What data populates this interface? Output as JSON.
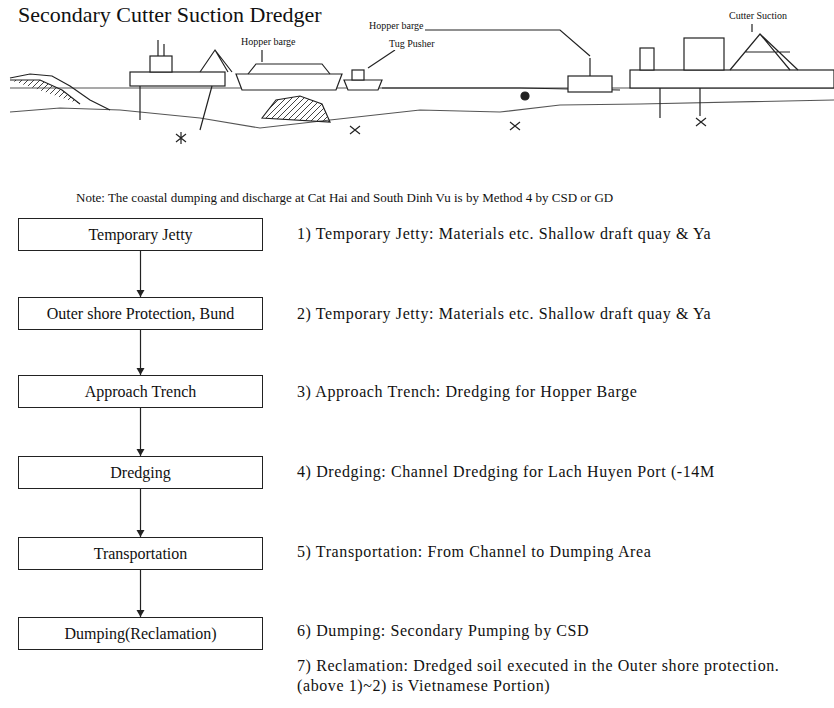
{
  "diagram": {
    "title": "Secondary Cutter Suction Dredger",
    "nodes": [
      {
        "text": [
          "Temporary Jetty"
        ]
      },
      {
        "text": [
          "Outer shore Protection, Bund"
        ]
      },
      {
        "text": [
          "Approach Trench"
        ]
      },
      {
        "text": [
          "Dredging"
        ]
      },
      {
        "text": [
          "Transportation"
        ]
      },
      {
        "text": [
          "Dumping(Reclamation)"
        ]
      }
    ],
    "edges": [
      {
        "from": 0,
        "to": 1,
        "arrow": "to"
      },
      {
        "from": 1,
        "to": 2,
        "arrow": "to"
      },
      {
        "from": 2,
        "to": 3,
        "arrow": "to"
      },
      {
        "from": 3,
        "to": 4,
        "arrow": "to"
      },
      {
        "from": 4,
        "to": 5,
        "arrow": "to"
      }
    ],
    "labels": [
      "Hopper barge",
      "Hopper barge",
      "Tug Pusher",
      "Cutter Suction",
      "Note: The coastal dumping and discharge at Cat Hai and South Dinh Vu is by Method 4 by CSD or GD",
      "1) Temporary Jetty: Materials etc. Shallow draft quay & Ya",
      "2) Temporary Jetty: Materials etc. Shallow draft quay & Ya",
      "3) Approach Trench: Dredging for Hopper Barge",
      "4) Dredging: Channel Dredging for Lach Huyen Port (-14M",
      "5) Transportation: From Channel to Dumping Area",
      "6) Dumping: Secondary Pumping by CSD",
      "7) Reclamation: Dredged soil executed in the Outer shore protection. (above 1)~2) is Vietnamese Portion)"
    ]
  }
}
